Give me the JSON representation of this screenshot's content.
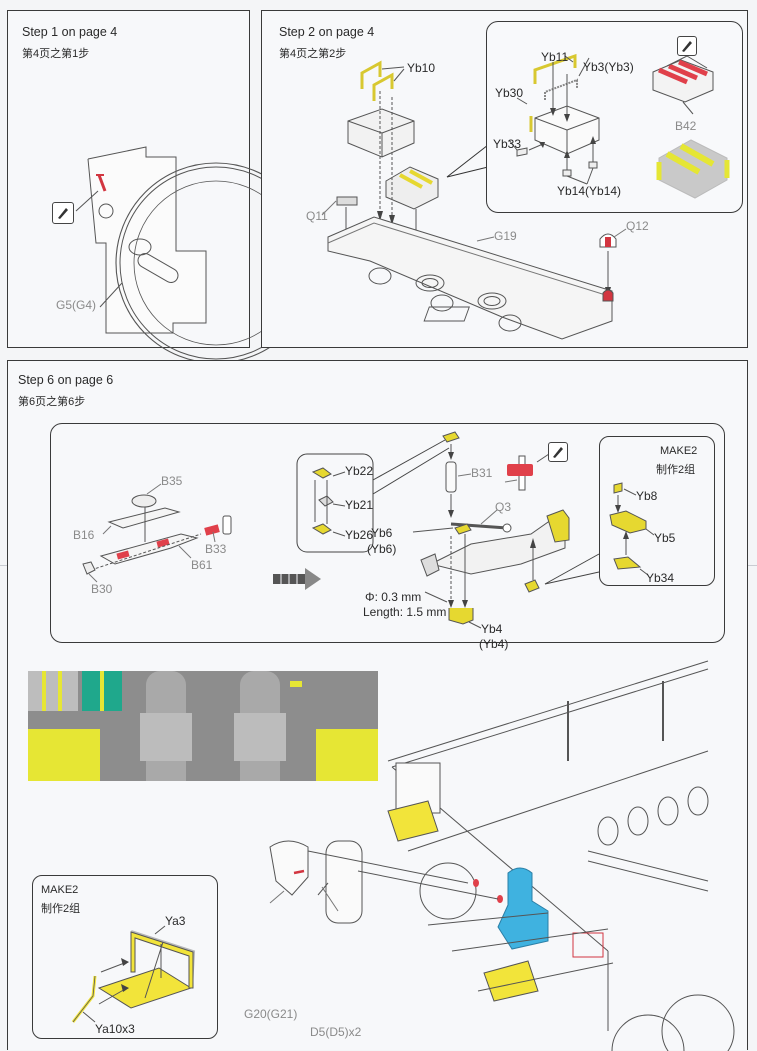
{
  "steps": {
    "step1": {
      "title": "Step 1 on page 4",
      "subtitle": "第4页之第1步",
      "parts": {
        "g5": "G5(G4)"
      }
    },
    "step2": {
      "title": "Step 2 on page 4",
      "subtitle": "第4页之第2步",
      "parts": {
        "yb10": "Yb10",
        "q11": "Q11",
        "g19": "G19",
        "q12": "Q12",
        "yb11": "Yb11",
        "yb3": "Yb3(Yb3)",
        "yb30": "Yb30",
        "yb33": "Yb33",
        "yb14": "Yb14(Yb14)",
        "b42": "B42"
      }
    },
    "step6": {
      "title": "Step 6 on page 6",
      "subtitle": "第6页之第6步",
      "parts": {
        "b35": "B35",
        "b16": "B16",
        "b33": "B33",
        "b61": "B61",
        "b30": "B30",
        "yb22": "Yb22",
        "yb21": "Yb21",
        "yb26": "Yb26",
        "b31": "B31",
        "q3": "Q3",
        "yb6": "Yb6",
        "yb6b": "(Yb6)",
        "yb4": "Yb4",
        "yb4b": "(Yb4)",
        "yb8": "Yb8",
        "yb5": "Yb5",
        "yb34": "Yb34",
        "ya3": "Ya3",
        "ya10": "Ya10x3",
        "g20": "G20(G21)",
        "d5": "D5(D5)x2"
      },
      "wire_spec": {
        "diameter": "Φ: 0.3 mm",
        "length": "Length: 1.5 mm"
      },
      "make2_a": {
        "line1": "MAKE2",
        "line2": "制作2组"
      },
      "make2_b": {
        "line1": "MAKE2",
        "line2": "制作2组"
      }
    }
  },
  "icons": [
    "paint-brush-icon",
    "direction-arrow-icon"
  ],
  "colors": {
    "photo_etch_yellow": "#f2e43a",
    "paint_red": "#e0404a",
    "resin_blue": "#3fb2e0",
    "teal": "#1fa88c",
    "gray_render": "#8a8a8a"
  }
}
